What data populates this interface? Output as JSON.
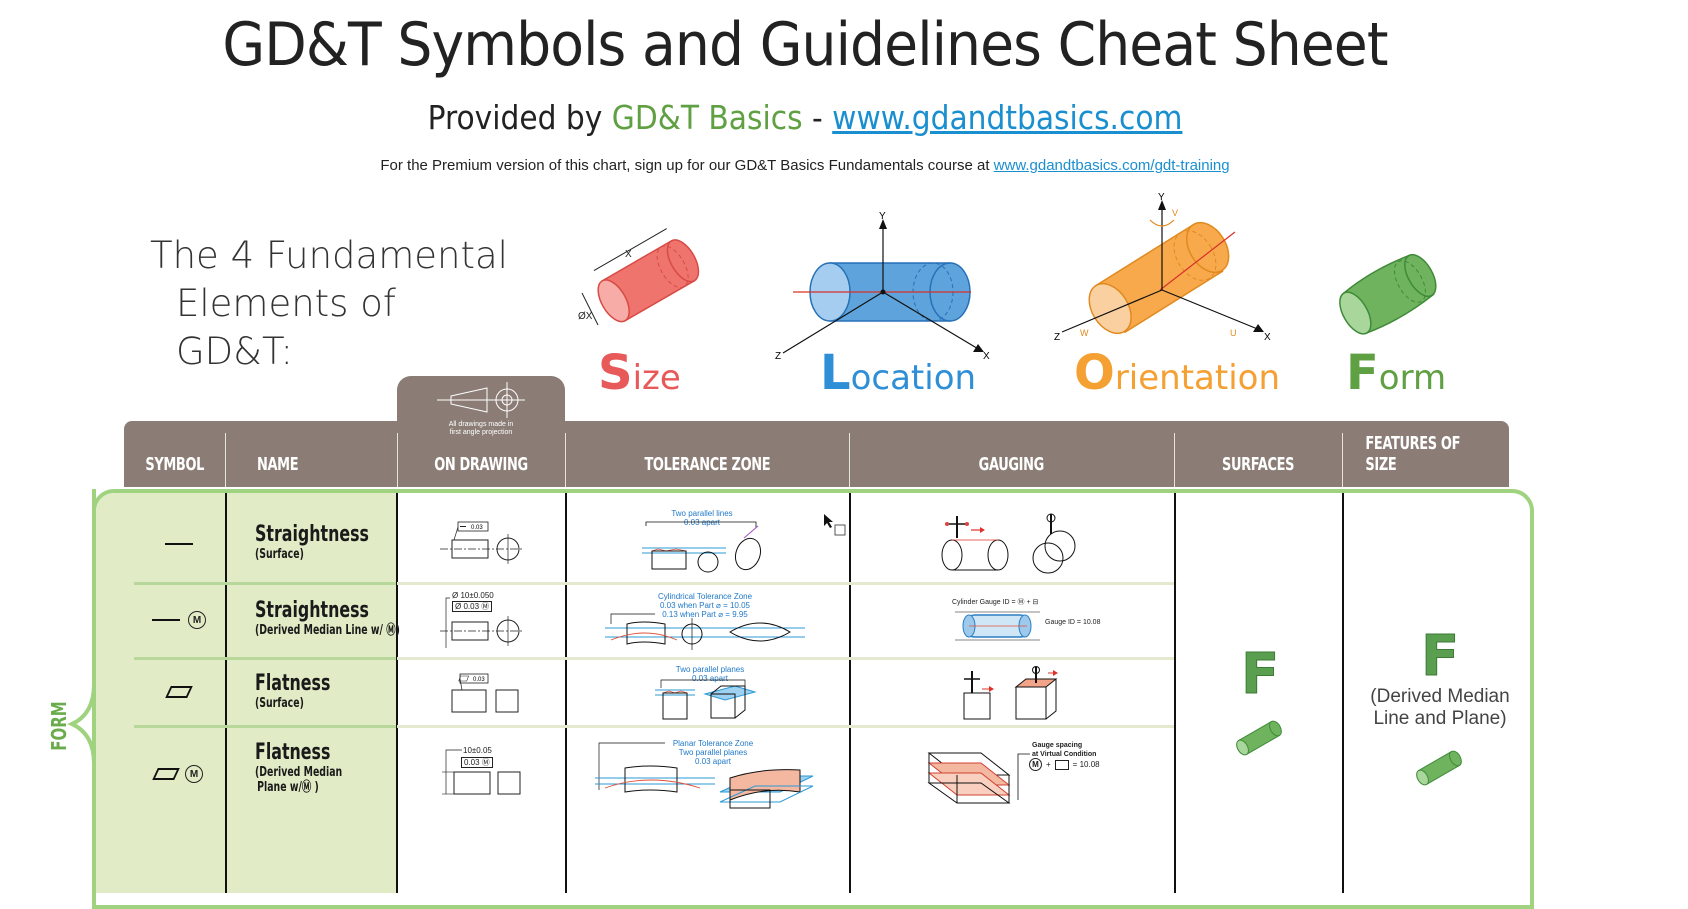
{
  "header": {
    "title": "GD&T Symbols and Guidelines Cheat Sheet",
    "subtitle_prefix": "Provided by",
    "subtitle_brand": "GD&T Basics",
    "subtitle_sep": "-",
    "subtitle_link": "www.gdandtbasics.com",
    "premium_text": "For the Premium version of this chart, sign up for our GD&T Basics Fundamentals course at",
    "premium_link": "www.gdandtbasics.com/gdt-training"
  },
  "fundamentals": {
    "heading_line1": "The 4 Fundamental",
    "heading_line2": "Elements of GD&T:",
    "elements": [
      {
        "initial": "S",
        "rest": "ize",
        "color": "#e85a5a",
        "axis_labels": [
          "X",
          "ØX"
        ]
      },
      {
        "initial": "L",
        "rest": "ocation",
        "color": "#2e8ed6",
        "axis_labels": [
          "Y",
          "Z",
          "X"
        ]
      },
      {
        "initial": "O",
        "rest": "rientation",
        "color": "#f5a033",
        "axis_labels": [
          "Y",
          "V",
          "Z",
          "W",
          "U",
          "X"
        ]
      },
      {
        "initial": "F",
        "rest": "orm",
        "color": "#5fa043",
        "axis_labels": []
      }
    ]
  },
  "table": {
    "projection_note_line1": "All drawings made in",
    "projection_note_line2": "first angle projection",
    "columns": [
      "SYMBOL",
      "NAME",
      "ON DRAWING",
      "TOLERANCE ZONE",
      "GAUGING",
      "SURFACES",
      "FEATURES OF SIZE"
    ],
    "group_label": "FORM",
    "rows": [
      {
        "symbol": "straightness",
        "modifier": "",
        "name": "Straightness",
        "sub": "(Surface)",
        "drawing_callout": "0.03",
        "tolerance_text_1": "Two parallel lines",
        "tolerance_text_2": "0.03 apart"
      },
      {
        "symbol": "straightness",
        "modifier": "M",
        "name": "Straightness",
        "sub": "(Derived Median Line w/ Ⓜ)",
        "drawing_dim": "Ø 10±0.050",
        "drawing_callout": "Ø 0.03 Ⓜ",
        "tolerance_text_1": "Cylindrical Tolerance Zone",
        "tolerance_text_2": "0.03 when Part ⌀ = 10.05",
        "tolerance_text_3": "0.13 when Part ⌀ = 9.95",
        "gauge_formula": "Cylinder Gauge ID = Ⓜ + ⊟",
        "gauge_value": "Gauge ID = 10.08"
      },
      {
        "symbol": "flatness",
        "modifier": "",
        "name": "Flatness",
        "sub": "(Surface)",
        "drawing_callout": "0.03",
        "tolerance_text_1": "Two parallel planes",
        "tolerance_text_2": "0.03 apart"
      },
      {
        "symbol": "flatness",
        "modifier": "M",
        "name": "Flatness",
        "sub_line1": "(Derived Median",
        "sub_line2": "Plane w/Ⓜ )",
        "drawing_dim": "10±0.05",
        "drawing_callout": "0.03 Ⓜ",
        "tolerance_text_1": "Planar Tolerance Zone",
        "tolerance_text_2": "Two parallel planes",
        "tolerance_text_3": "0.03 apart",
        "gauge_text_1": "Gauge spacing",
        "gauge_text_2": "at Virtual Condition",
        "gauge_value": "= 10.08"
      }
    ],
    "surfaces_letter": "F",
    "fos_letter": "F",
    "fos_sub_line1": "(Derived Median",
    "fos_sub_line2": "Line and Plane)"
  },
  "colors": {
    "header_bg": "#8b7d76",
    "form_green": "#9fd37f",
    "form_fill": "#e1ecc6",
    "link_blue": "#1a8fd0",
    "tolerance_blue": "#1f78c8"
  }
}
